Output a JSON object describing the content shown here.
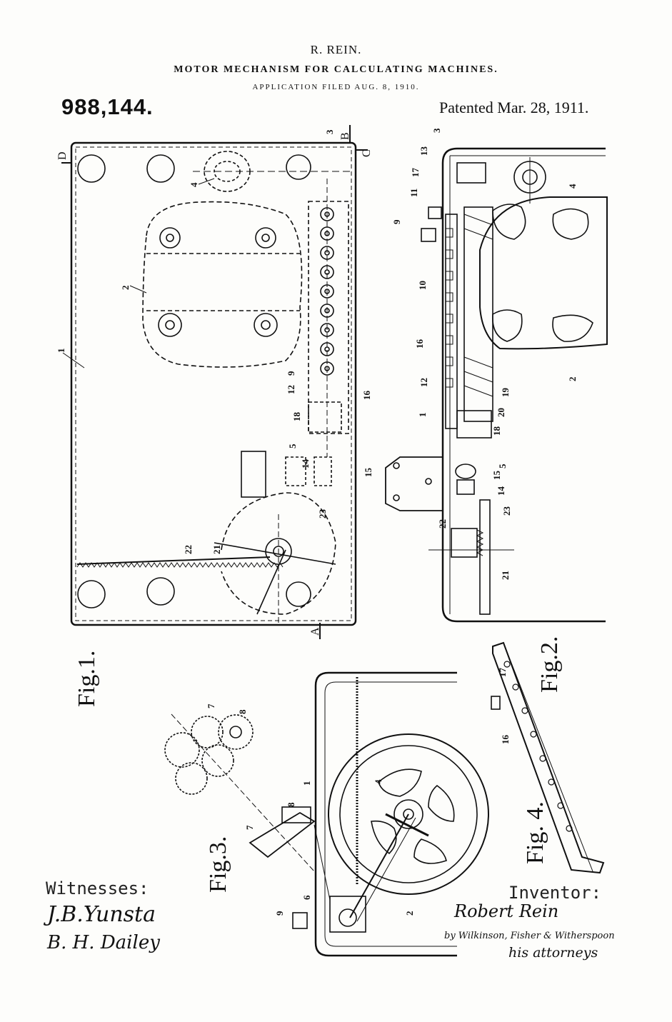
{
  "header": {
    "inventor_name": "R. REIN.",
    "title": "MOTOR MECHANISM FOR CALCULATING MACHINES.",
    "filed": "APPLICATION FILED AUG. 8, 1910.",
    "patent_number": "988,144.",
    "patent_date": "Patented Mar. 28, 1911."
  },
  "figures": {
    "fig1": "Fig.1.",
    "fig2": "Fig.2.",
    "fig3": "Fig.3.",
    "fig4": "Fig. 4."
  },
  "section_marks": {
    "a": "A",
    "b": "B",
    "c": "C",
    "d": "D"
  },
  "reference_numerals": {
    "n1": "1",
    "n2": "2",
    "n3": "3",
    "n4": "4",
    "n5": "5",
    "n6": "6",
    "n7": "7",
    "n8": "8",
    "n9": "9",
    "n10": "10",
    "n11": "11",
    "n12": "12",
    "n13": "13",
    "n14": "14",
    "n15": "15",
    "n16": "16",
    "n17": "17",
    "n18": "18",
    "n19": "19",
    "n20": "20",
    "n21": "21",
    "n22": "22",
    "n23": "23"
  },
  "signatures": {
    "witnesses_label": "Witnesses:",
    "witness_1": "J.B.Yunsta",
    "witness_2": "B. H. Dailey",
    "inventor_label": "Inventor:",
    "inventor_signature": "Robert Rein",
    "attorneys": "by Wilkinson, Fisher & Witherspoon",
    "attorneys_label": "his attorneys"
  }
}
